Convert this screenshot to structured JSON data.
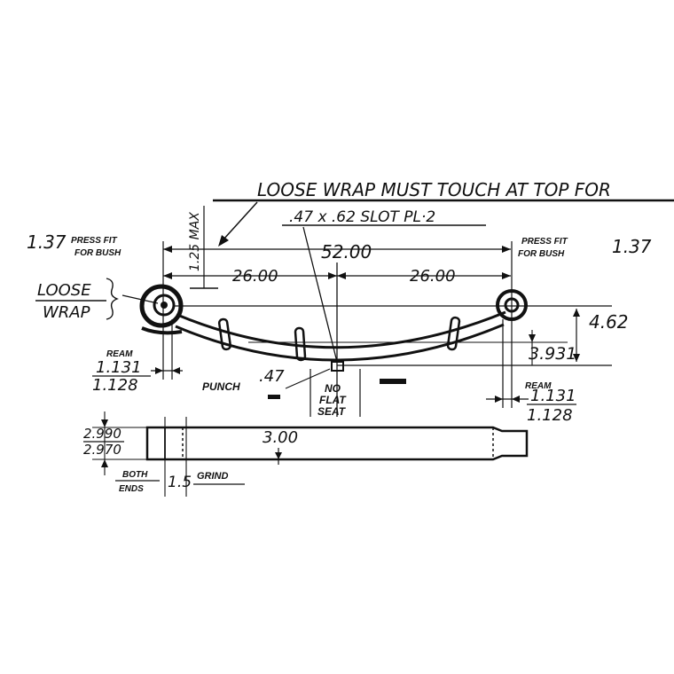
{
  "note_top": "LOOSE WRAP MUST TOUCH AT TOP FOR",
  "slot_note": ".47 x .62 SLOT PL·2",
  "max_height": "1.25 MAX",
  "overall_length": "52.00",
  "half_left": "26.00",
  "half_right": "26.00",
  "left_eye": {
    "dia": "1.37",
    "label_1": "PRESS FIT",
    "label_2": "FOR BUSH"
  },
  "right_eye": {
    "dia": "1.37",
    "label_1": "PRESS FIT",
    "label_2": "FOR BUSH"
  },
  "loose_label_1": "LOOSE",
  "loose_label_2": "WRAP",
  "arch_height": "4.62",
  "seat_height": "3.931",
  "ream_left": {
    "label": "REAM",
    "max": "1.131",
    "min": "1.128"
  },
  "ream_right": {
    "label": "REAM",
    "max": "1.131",
    "min": "1.128"
  },
  "punch_label": "PUNCH",
  "punch_dia": ".47",
  "no_flat_1": "NO",
  "no_flat_2": "FLAT",
  "no_flat_3": "SEAT",
  "width_max": "2.990",
  "width_min": "2.970",
  "plan_width": "3.00",
  "both_1": "BOTH",
  "both_2": "ENDS",
  "grind_len": "1.5",
  "grind_label": "GRIND"
}
